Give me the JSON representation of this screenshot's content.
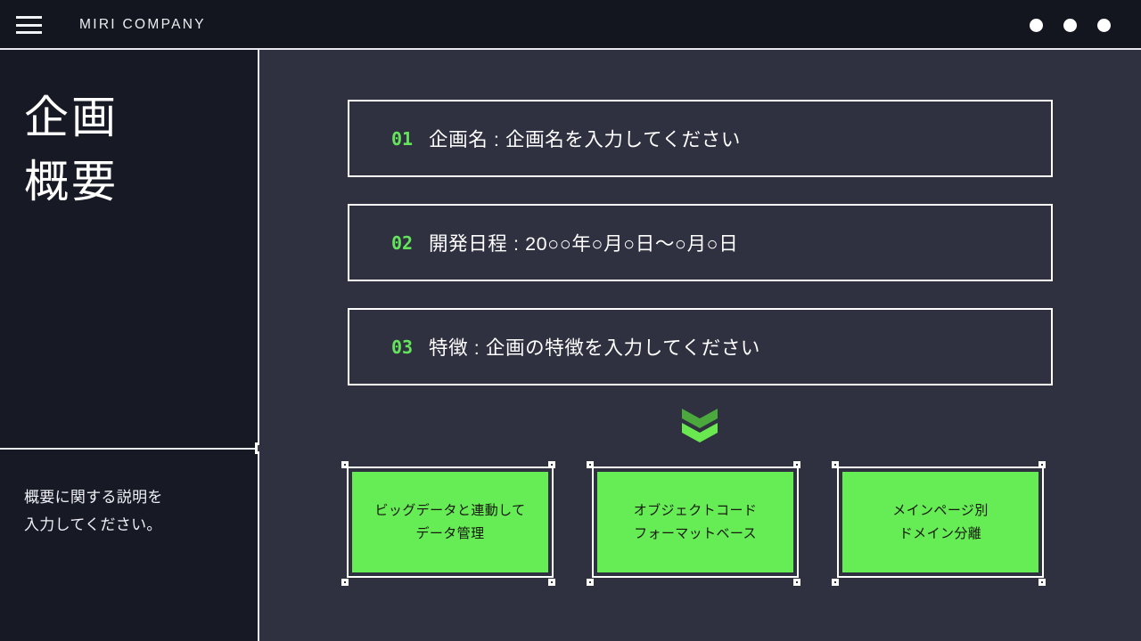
{
  "topbar": {
    "menu_icon": "hamburger-menu-icon",
    "brand": "MIRI COMPANY",
    "dots": [
      "window-dot-1",
      "window-dot-2",
      "window-dot-3"
    ]
  },
  "sidebar": {
    "title": "企画\n概要",
    "description": "概要に関する説明を\n入力してください。"
  },
  "main": {
    "rows": [
      {
        "num": "01",
        "text": "企画名 : 企画名を入力してください"
      },
      {
        "num": "02",
        "text": "開発日程 : 20○○年○月○日〜○月○日"
      },
      {
        "num": "03",
        "text": "特徴 : 企画の特徴を入力してください"
      }
    ],
    "divider_icon": "double-chevron-down-icon",
    "cards": [
      {
        "text": "ビッグデータと連動して\nデータ管理"
      },
      {
        "text": "オブジェクトコード\nフォーマットベース"
      },
      {
        "text": "メインページ別\nドメイン分離"
      }
    ]
  },
  "colors": {
    "accent_green": "#66ec55",
    "number_green": "#64e45a",
    "chevron_dark": "#4aa83d",
    "chevron_light": "#6ae84f",
    "canvas_bg": "#2f3040",
    "sidebar_bg": "#171925",
    "topbar_bg": "#14161f",
    "outline": "#ffffff"
  }
}
